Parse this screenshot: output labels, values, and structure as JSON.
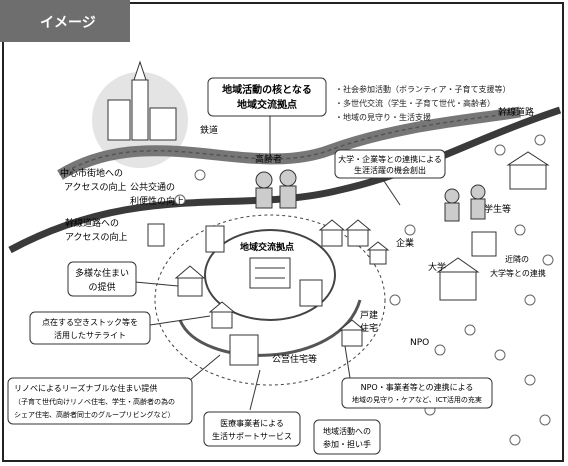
{
  "header": {
    "title": "イメージ"
  },
  "labels": {
    "hub_top": [
      "地域活動の核となる",
      "地域交流拠点"
    ],
    "bullets": [
      "・社会参加活動（ボランティア・子育て支援等）",
      "・多世代交流（学生・子育て世代・高齢者）",
      "・地域の見守り・生活支援"
    ],
    "railway": "鉄道",
    "highway": "幹線道路",
    "elderly": "高齢者",
    "center_access": [
      "中心市街地への",
      "アクセスの向上"
    ],
    "bus_access": [
      "公共交通の",
      "利便性の向上"
    ],
    "trunk_access": [
      "幹線道路への",
      "アクセスの向上"
    ],
    "university_box": [
      "大学・企業等との連携による",
      "生涯活躍の機会創出"
    ],
    "student": "学生等",
    "company": "企業",
    "university": "大学",
    "near_univ": [
      "近隣の",
      "大学等との連携"
    ],
    "hub_center": "地域交流拠点",
    "diverse_housing": [
      "多様な住まい",
      "の提供"
    ],
    "vacant_house": [
      "点在する空きストック等を",
      "活用したサテライト"
    ],
    "detached": [
      "戸建",
      "住宅"
    ],
    "public_housing": "公営住宅等",
    "npo": "NPO",
    "npo_box": [
      "NPO・事業者等との連携による",
      "地域の見守り・ケアなど、ICT活用の充実"
    ],
    "renovation": [
      "リノベによるリーズナブルな住まい提供",
      "（子育て世代向けリノベ住宅、学生・高齢者の為の",
      "  シェア住宅、高齢者同士のグループリビングなど）"
    ],
    "life_support": [
      "医療事業者による",
      "生活サポートサービス"
    ],
    "participation": [
      "地域活動への",
      "参加・担い手"
    ]
  }
}
